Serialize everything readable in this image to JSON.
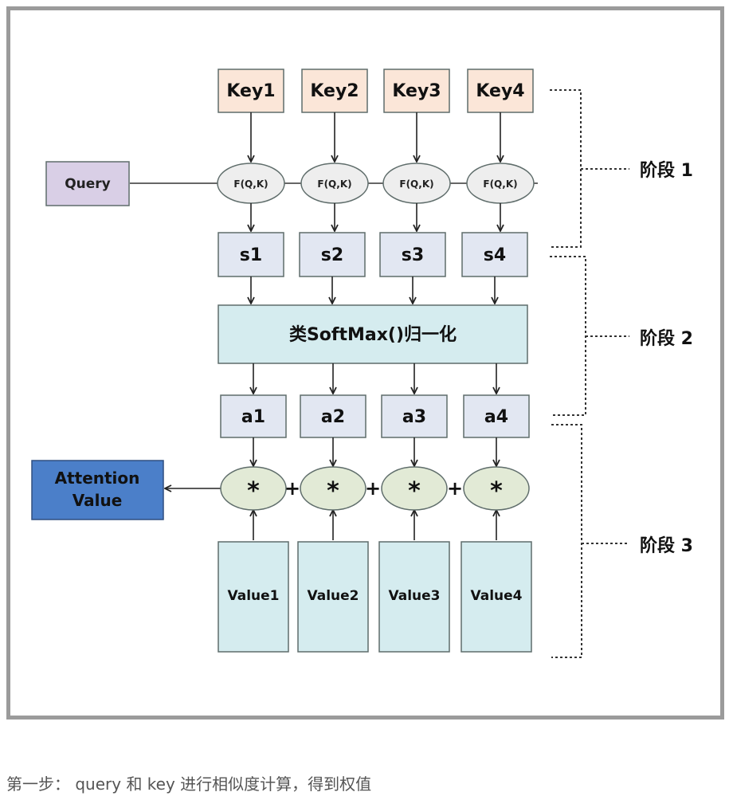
{
  "keys": [
    "Key1",
    "Key2",
    "Key3",
    "Key4"
  ],
  "query": "Query",
  "fqk": "F(Q,K)",
  "scores": [
    "s1",
    "s2",
    "s3",
    "s4"
  ],
  "softmax": "类SoftMax()归一化",
  "weights": [
    "a1",
    "a2",
    "a3",
    "a4"
  ],
  "multiply": "*",
  "plus": "+",
  "values": [
    "Value1",
    "Value2",
    "Value3",
    "Value4"
  ],
  "attention": {
    "line1": "Attention",
    "line2": "Value"
  },
  "stages": [
    "阶段 1",
    "阶段 2",
    "阶段 3"
  ],
  "caption": "第一步： query 和 key 进行相似度计算，得到权值",
  "colors": {
    "key": "#fbe6d8",
    "query": "#d9cfe6",
    "ellipse": "#eeeeee",
    "score": "#e2e7f2",
    "softmax": "#d5ecef",
    "multiply": "#e2ead6",
    "value": "#d5ecef",
    "attention": "#4b7fc9",
    "stroke": "#5f6d6b"
  }
}
